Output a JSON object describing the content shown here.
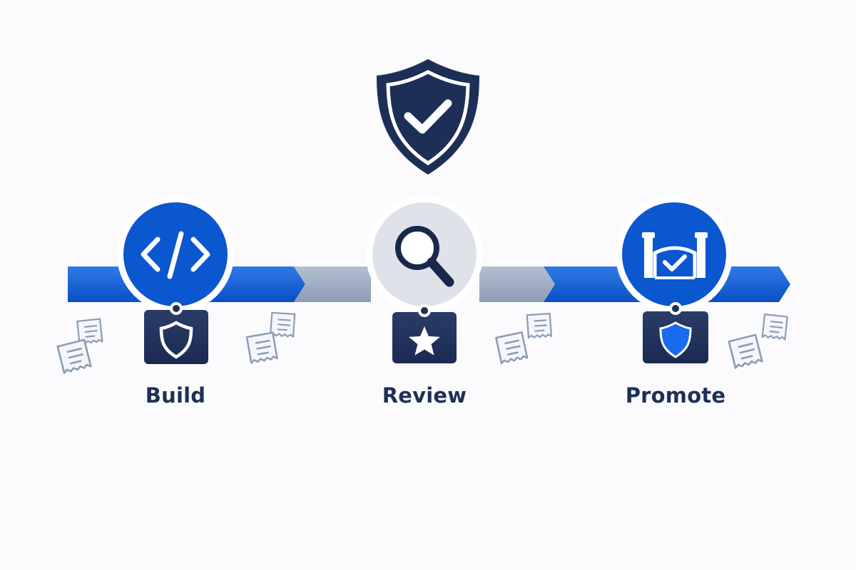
{
  "colors": {
    "primary": "#0b57d0",
    "navy": "#1e2f57",
    "gray": "#93a4bb",
    "icon_dark": "#19284a",
    "review_circle": "#dfe3e9",
    "background": "#fbfbfd"
  },
  "header_icon": "shield-check-icon",
  "stages": [
    {
      "label": "Build",
      "icon": "code-icon",
      "tag_icon": "shield-outline-icon"
    },
    {
      "label": "Review",
      "icon": "magnifier-icon",
      "tag_icon": "star-icon"
    },
    {
      "label": "Promote",
      "icon": "gate-checkmark-icon",
      "tag_icon": "shield-solid-icon"
    }
  ]
}
